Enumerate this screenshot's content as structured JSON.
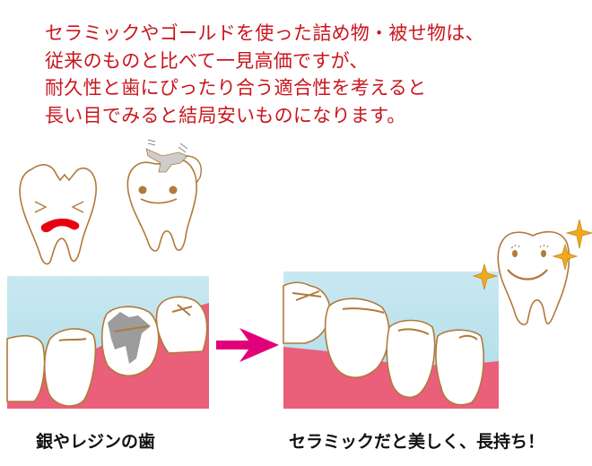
{
  "headline": {
    "lines": [
      "セラミックやゴールドを使った詰め物・被せ物は、",
      "従来のものと比べて一見高価ですが、",
      "耐久性と歯にぴったり合う適合性を考えると",
      "長い目でみると結局安いものになります。"
    ],
    "color": "#c8161d"
  },
  "illustrations": {
    "crying_tooth": "cracked-tooth-character",
    "hurt_tooth": "tooth-with-falling-filling-character",
    "before_panel": "silver-resin-filled-teeth",
    "arrow": "right-arrow",
    "after_panel": "ceramic-teeth",
    "happy_tooth": "sparkling-tooth-character"
  },
  "captions": {
    "before": "銀やレジンの歯",
    "after": "セラミックだと美しく、長持ち！"
  },
  "colors": {
    "sky": "#acdce9",
    "gum": "#ea5f7a",
    "outline": "#b07a3a",
    "metal": "#9c9c9c",
    "arrow": "#e2007a",
    "sparkle": "#f2a91d"
  }
}
